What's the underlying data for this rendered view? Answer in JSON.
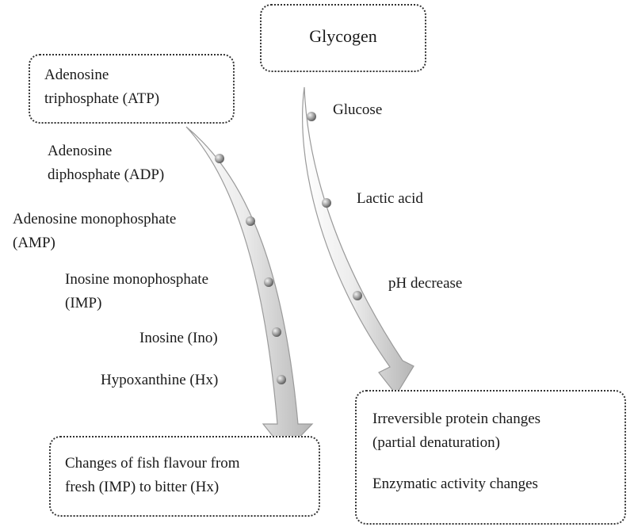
{
  "boxes": {
    "glycogen": "Glycogen",
    "atp": [
      "Adenosine",
      "triphosphate (ATP)"
    ],
    "flavour": [
      "Changes of fish flavour from",
      "fresh (IMP) to bitter (Hx)"
    ],
    "protein": [
      "Irreversible protein changes",
      "(partial denaturation)"
    ],
    "enzymatic": "Enzymatic activity changes"
  },
  "atp_pathway": {
    "adp": [
      "Adenosine",
      "diphosphate (ADP)"
    ],
    "amp": [
      "Adenosine monophosphate",
      "(AMP)"
    ],
    "imp": [
      "Inosine monophosphate",
      "(IMP)"
    ],
    "ino": "Inosine (Ino)",
    "hx": "Hypoxanthine (Hx)"
  },
  "glycogen_pathway": {
    "glucose": "Glucose",
    "lactic": "Lactic acid",
    "ph": "pH decrease"
  }
}
